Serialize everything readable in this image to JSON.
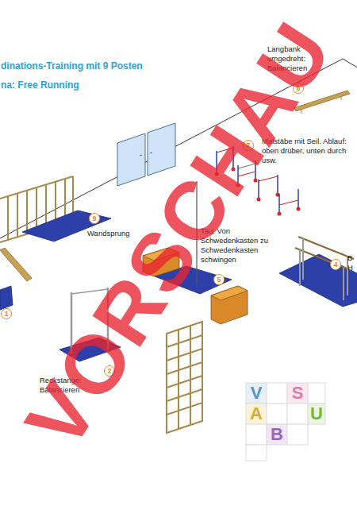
{
  "diagram": {
    "title": "dinations-Training mit 9 Posten",
    "labels": [
      "na: Free Running",
      "Langbank umgedreht: Balancieren",
      "6",
      "Malstäbe mit Seil. Ablauf: oben drüber, unten durch usw.",
      "7",
      "Wandsprung",
      "9",
      "Tau: Von Schwedenkasten zu Schwedenkasten schwingen",
      "5",
      "B",
      "H",
      "4",
      "1",
      "Reckstange: Balancieren",
      "2",
      "VORSCHAU",
      "V",
      "S",
      "A",
      "U",
      "B"
    ]
  }
}
